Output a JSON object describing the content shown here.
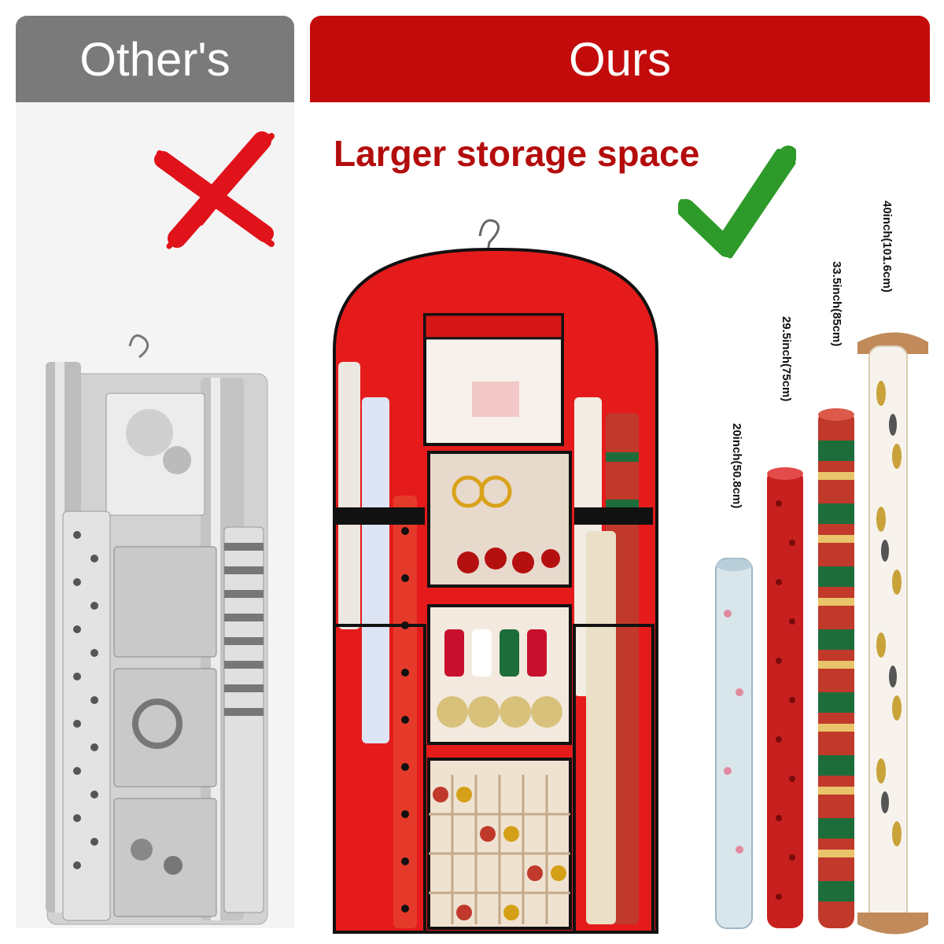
{
  "header": {
    "left_title": "Other's",
    "right_title": "Ours"
  },
  "headline": "Larger storage space",
  "icons": {
    "cross": "cross-icon",
    "check": "check-icon"
  },
  "roll_lengths": [
    {
      "label": "20inch(50.8cm)"
    },
    {
      "label": "29.5inch(75cm)"
    },
    {
      "label": "33.5inch(85cm)"
    },
    {
      "label": "40inch(101.6cm)"
    }
  ],
  "colors": {
    "brand_red": "#c40b0b",
    "other_grey": "#7a7a7a",
    "headline_red": "#b40c0c",
    "cross_red": "#e0121a",
    "check_green": "#2d9a2a"
  }
}
